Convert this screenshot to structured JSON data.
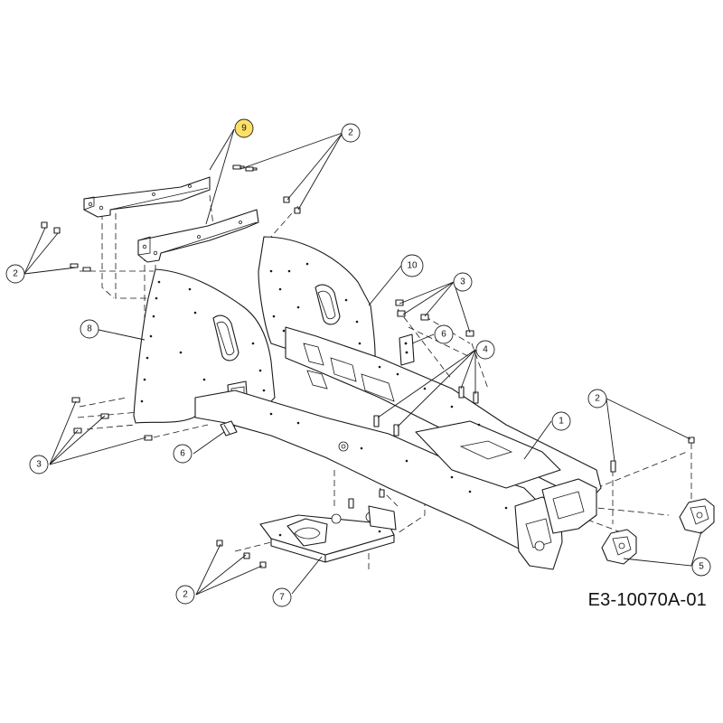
{
  "drawing_id": "E3-10070A-01",
  "highlight_color": "#ffe066",
  "callouts": [
    {
      "id": "c9",
      "label": "9",
      "highlighted": true
    },
    {
      "id": "c2a",
      "label": "2",
      "highlighted": false
    },
    {
      "id": "c2b",
      "label": "2",
      "highlighted": false
    },
    {
      "id": "c10",
      "label": "10",
      "highlighted": false
    },
    {
      "id": "c3a",
      "label": "3",
      "highlighted": false
    },
    {
      "id": "c8",
      "label": "8",
      "highlighted": false
    },
    {
      "id": "c6a",
      "label": "6",
      "highlighted": false
    },
    {
      "id": "c4",
      "label": "4",
      "highlighted": false
    },
    {
      "id": "c2c",
      "label": "2",
      "highlighted": false
    },
    {
      "id": "c1",
      "label": "1",
      "highlighted": false
    },
    {
      "id": "c3b",
      "label": "3",
      "highlighted": false
    },
    {
      "id": "c6b",
      "label": "6",
      "highlighted": false
    },
    {
      "id": "c5",
      "label": "5",
      "highlighted": false
    },
    {
      "id": "c2d",
      "label": "2",
      "highlighted": false
    },
    {
      "id": "c7",
      "label": "7",
      "highlighted": false
    }
  ]
}
